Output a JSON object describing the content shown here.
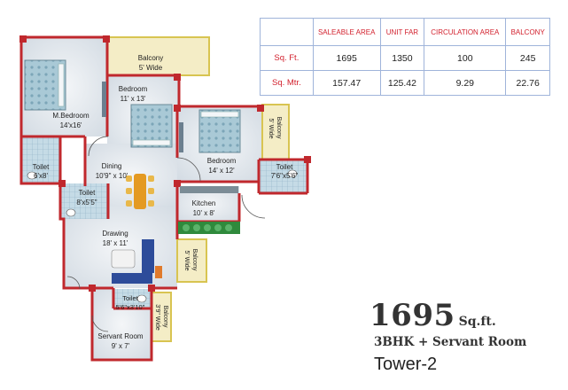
{
  "area_table": {
    "headers": [
      "",
      "SALEABLE AREA",
      "UNIT FAR",
      "CIRCULATION AREA",
      "BALCONY"
    ],
    "rows": [
      {
        "label": "Sq. Ft.",
        "values": [
          "1695",
          "1350",
          "100",
          "245"
        ]
      },
      {
        "label": "Sq. Mtr.",
        "values": [
          "157.47",
          "125.42",
          "9.29",
          "22.76"
        ]
      }
    ]
  },
  "summary": {
    "area_value": "1695",
    "area_unit": "Sq.ft.",
    "config": "3BHK + Servant Room",
    "tower": "Tower-2"
  },
  "rooms": {
    "balcony_top": {
      "name": "Balcony",
      "size": "5' Wide"
    },
    "bedroom_top": {
      "name": "Bedroom",
      "size": "11' x 13'"
    },
    "master_bedroom": {
      "name": "M.Bedroom",
      "size": "14'x16'"
    },
    "balcony_right": {
      "name": "Balcony",
      "size": "5' Wide"
    },
    "dining": {
      "name": "Dining",
      "size": "10'9\" x 10'"
    },
    "bedroom_right": {
      "name": "Bedroom",
      "size": "14' x 12'"
    },
    "toilet_left": {
      "name": "Toilet",
      "size": "6'x8'"
    },
    "toilet_mid": {
      "name": "Toilet",
      "size": "8'x5'5\""
    },
    "toilet_right": {
      "name": "Toilet",
      "size": "7'6\"x5'6\""
    },
    "kitchen": {
      "name": "Kitchen",
      "size": "10' x 8'"
    },
    "drawing": {
      "name": "Drawing",
      "size": "18' x 11'"
    },
    "balcony_drawing": {
      "name": "Balcony",
      "size": "5' Wide"
    },
    "toilet_servant": {
      "name": "Toilet",
      "size": "5'6\"x3'10\""
    },
    "balcony_servant": {
      "name": "Balcony",
      "size": "3'9\" Wide"
    },
    "servant_room": {
      "name": "Servant Room",
      "size": "9' x 7'"
    }
  },
  "colors": {
    "wall": "#c0282d",
    "table_header_text": "#d21f2c",
    "table_border": "#3a5fa8",
    "balcony_fill": "#f4edc6",
    "balcony_border": "#d8c451",
    "floor": "#dfe5ec",
    "furniture_blue": "#2d4c9a",
    "dining_table": "#e49a22",
    "plant_green": "#2f8a3c"
  }
}
